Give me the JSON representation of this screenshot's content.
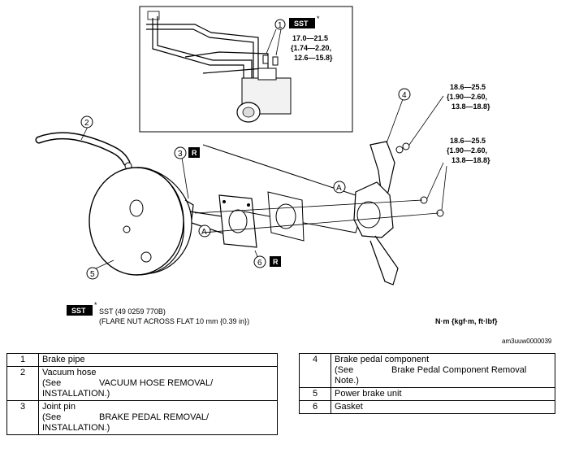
{
  "figure": {
    "callouts": [
      "1",
      "2",
      "3",
      "4",
      "5",
      "6"
    ],
    "sst_badge": "SST",
    "sst_asterisk": "*",
    "r_badge": "R",
    "point_a": "A",
    "torque_sst": [
      "17.0—21.5",
      "{1.74—2.20,",
      "12.6—15.8}"
    ],
    "torque_upper": [
      "18.6—25.5",
      "{1.90—2.60,",
      "13.8—18.8}"
    ],
    "torque_lower": [
      "18.6—25.5",
      "{1.90—2.60,",
      "13.8—18.8}"
    ],
    "sst_note_line1": "SST (49 0259 770B)",
    "sst_note_line2": "(FLARE NUT ACROSS FLAT 10 mm {0.39 in})",
    "units": "N·m {kgf·m, ft·lbf}",
    "image_code": "am3uuw0000039"
  },
  "parts_left": [
    {
      "num": "1",
      "name": "Brake pipe",
      "see": "",
      "ref": ""
    },
    {
      "num": "2",
      "name": "Vacuum hose",
      "see": "(See",
      "ref": "VACUUM HOSE REMOVAL/ INSTALLATION.)"
    },
    {
      "num": "3",
      "name": "Joint pin",
      "see": "(See",
      "ref": "BRAKE PEDAL REMOVAL/ INSTALLATION.)"
    }
  ],
  "parts_right": [
    {
      "num": "4",
      "name": "Brake pedal component",
      "see": "(See",
      "ref": "Brake Pedal Component Removal Note.)"
    },
    {
      "num": "5",
      "name": "Power brake unit",
      "see": "",
      "ref": ""
    },
    {
      "num": "6",
      "name": "Gasket",
      "see": "",
      "ref": ""
    }
  ]
}
